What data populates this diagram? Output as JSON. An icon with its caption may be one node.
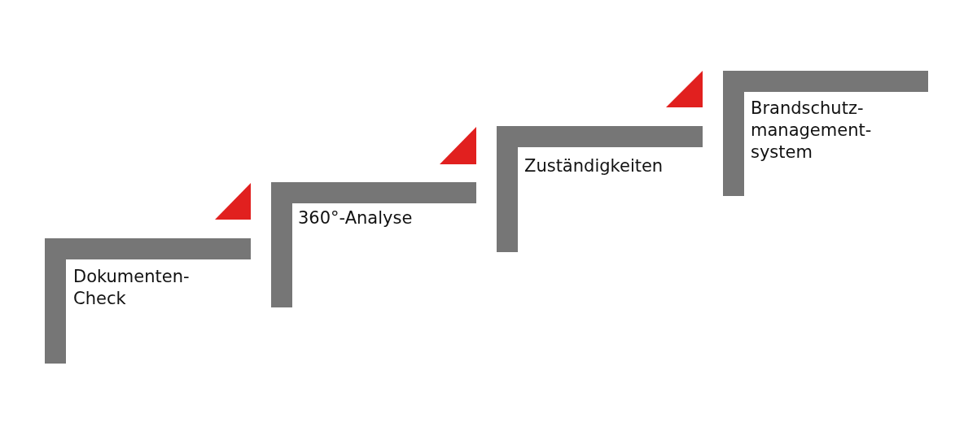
{
  "diagram": {
    "nodes": [
      {
        "text": [
          "Dokumenten- Check"
        ]
      },
      {
        "text": [
          "360°-Analyse"
        ]
      },
      {
        "text": [
          "Zuständigkeiten"
        ]
      },
      {
        "text": [
          "Brandschutz- management- system"
        ]
      }
    ],
    "edges": []
  }
}
